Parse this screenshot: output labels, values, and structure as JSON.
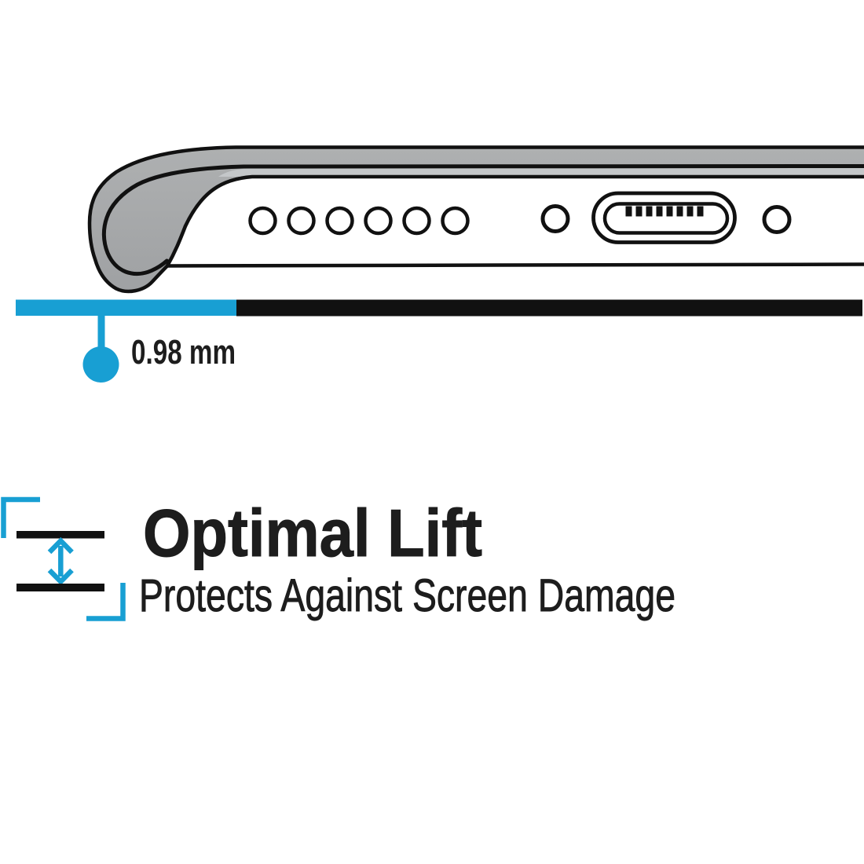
{
  "page": {
    "background": "#ffffff",
    "type": "product-feature-illustration"
  },
  "colors": {
    "accent": "#189fd3",
    "ink": "#111111",
    "case_gray": "#a9abac",
    "case_gray_light": "#b4b6b7",
    "case_gray_dark": "#9b9d9f",
    "band_gray": "#c5c8c9",
    "phone_white": "#ffffff",
    "text": "#1d1d1d"
  },
  "diagram": {
    "description": "side profile of phone bottom edge inside a case hovering above a flat surface",
    "phone": {
      "speaker_hole_count": 6,
      "screw_count": 2,
      "port_pin_count": 8
    },
    "measurement": {
      "value": "0.98 mm"
    }
  },
  "feature": {
    "title": "Optimal Lift",
    "subtitle": "Protects Against Screen Damage"
  }
}
